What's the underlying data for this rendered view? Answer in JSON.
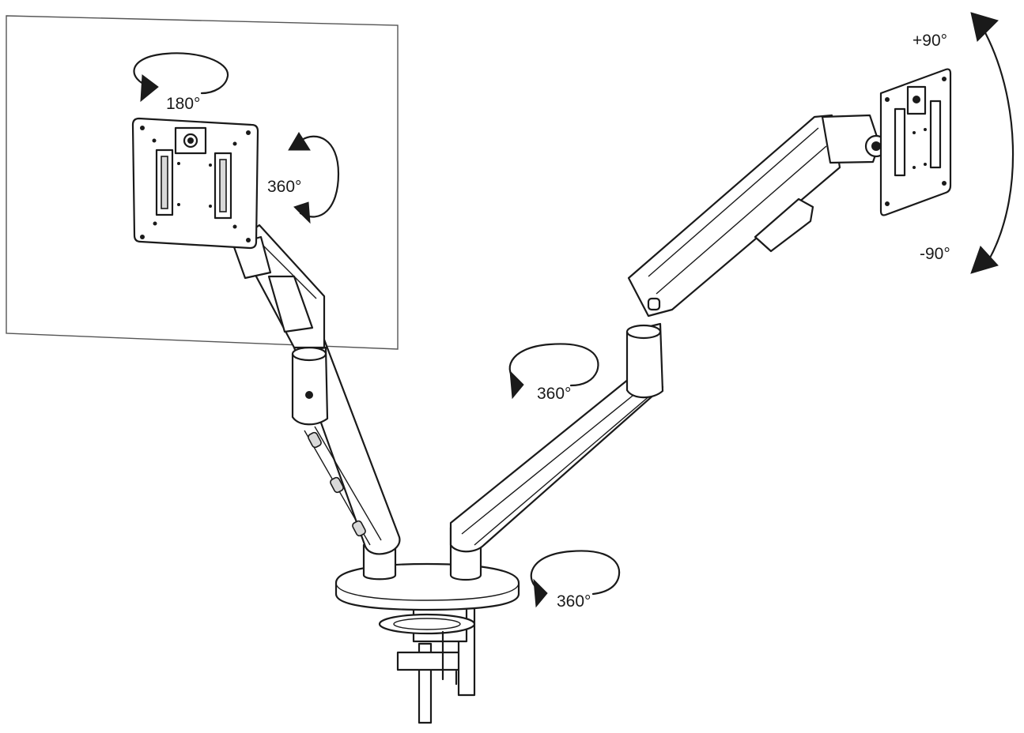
{
  "labels": {
    "left_tilt_rotation": "180°",
    "left_swivel_rotation": "360°",
    "elbow_rotation": "360°",
    "base_rotation": "360°",
    "tilt_up": "+90°",
    "tilt_down": "-90°"
  },
  "icons": [
    "rotation-arrow-icon",
    "tilt-arc-arrow-icon"
  ],
  "colors": {
    "line": "#1a1a1a",
    "background": "#ffffff",
    "shade": "#d9d9d9"
  }
}
